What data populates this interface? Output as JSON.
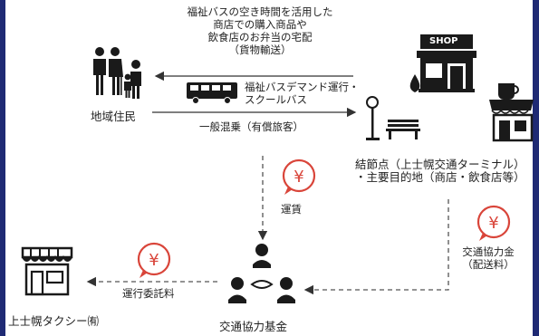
{
  "flow_top": {
    "line1": "福祉バスの空き時間を活用した",
    "line2": "商店での購入商品や",
    "line3": "飲食店のお弁当の宅配",
    "line4": "（貨物輸送）"
  },
  "flow_mid": {
    "line1": "福祉バスデマンド運行・",
    "line2": "スクールバス"
  },
  "flow_bottom": "一般混乗（有償旅客）",
  "residents_label": "地域住民",
  "shop_sign": "SHOP",
  "node": {
    "line1": "結節点（上士幌交通ターミナル）",
    "line2": "・主要目的地（商店・飲食店等）"
  },
  "fare_label": "運賃",
  "cooperation_fee": {
    "line1": "交通協力金",
    "line2": "（配送料）"
  },
  "commission_label": "運行委託料",
  "taxi_label": "上士幌タクシー㈲",
  "fund_label": "交通協力基金",
  "yen_symbol": "¥",
  "colors": {
    "frame": "#1f2a74",
    "yen": "#d9453a",
    "icon": "#1a1a1a",
    "line": "#333333"
  },
  "icons": [
    "family-icon",
    "bus-icon",
    "shop-icon",
    "bus-stop-icon",
    "bench-icon",
    "cafe-icon",
    "taxi-shop-icon",
    "handshake-group-icon",
    "yen-bubble-icon"
  ]
}
